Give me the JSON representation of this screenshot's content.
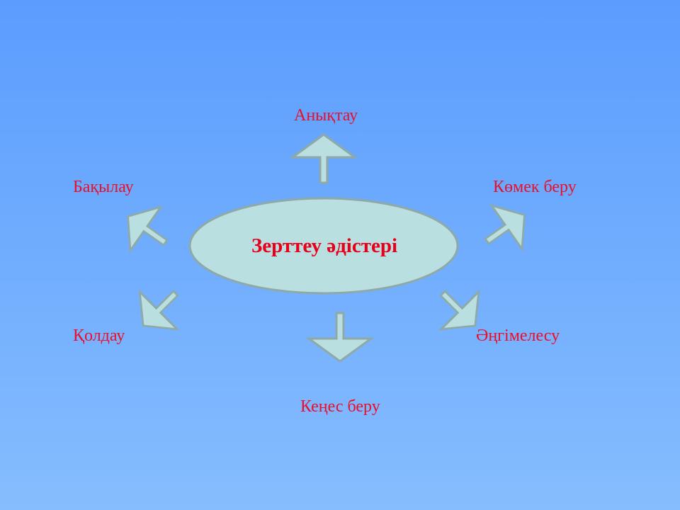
{
  "center": {
    "label": "Зерттеу әдістері"
  },
  "branches": [
    {
      "label": "Анықтау",
      "direction": "up"
    },
    {
      "label": "Көмек беру",
      "direction": "up-right"
    },
    {
      "label": "Әңгімелесу",
      "direction": "down-right"
    },
    {
      "label": "Кеңес беру",
      "direction": "down"
    },
    {
      "label": "Қолдау",
      "direction": "down-left"
    },
    {
      "label": "Бақылау",
      "direction": "up-left"
    }
  ],
  "colors": {
    "label": "#e8102a",
    "shape_fill": "#b9dfe0",
    "shape_stroke": "#8fa9a6"
  }
}
